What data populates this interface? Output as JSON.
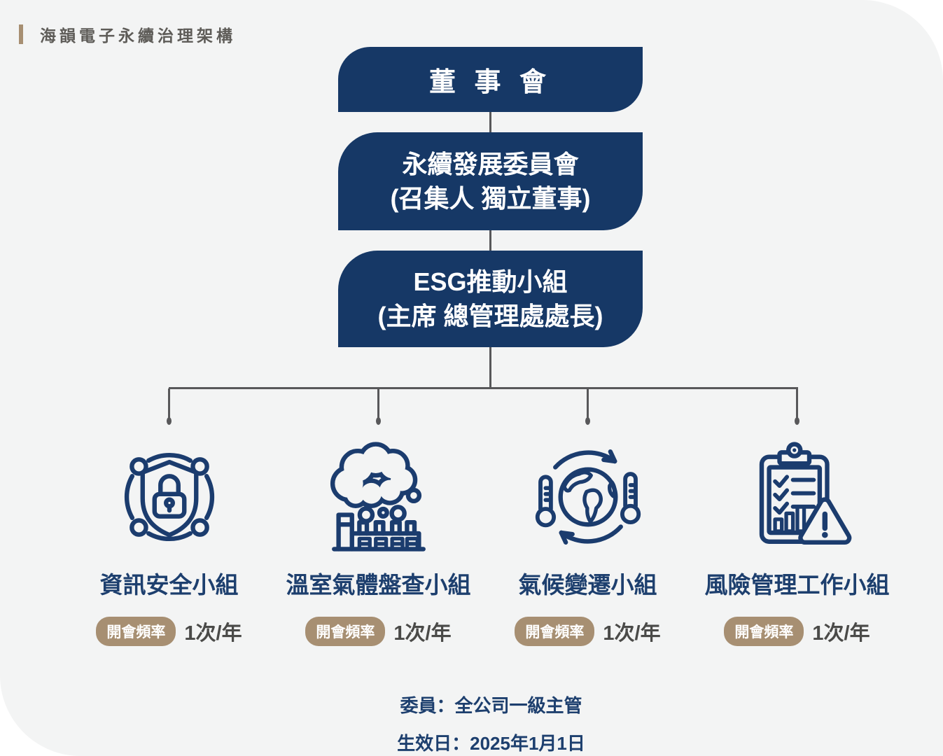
{
  "header": {
    "title": "海韻電子永續治理架構"
  },
  "org": {
    "level1": {
      "label": "董 事 會"
    },
    "level2": {
      "line1": "永續發展委員會",
      "line2": "(召集人 獨立董事)"
    },
    "level3": {
      "line1": "ESG推動小組",
      "line2": "(主席 總管理處處長)"
    },
    "teams": [
      {
        "icon": "shield-lock-network-icon",
        "name": "資訊安全小組",
        "meeting_label": "開會頻率",
        "meeting_value": "1次/年"
      },
      {
        "icon": "factory-emissions-icon",
        "name": "溫室氣體盤查小組",
        "meeting_label": "開會頻率",
        "meeting_value": "1次/年"
      },
      {
        "icon": "globe-climate-icon",
        "name": "氣候變遷小組",
        "meeting_label": "開會頻率",
        "meeting_value": "1次/年"
      },
      {
        "icon": "risk-clipboard-warning-icon",
        "name": "風險管理工作小組",
        "meeting_label": "開會頻率",
        "meeting_value": "1次/年"
      }
    ]
  },
  "footer": {
    "line1": "委員：全公司一級主管",
    "line2": "生效日：2025年1月1日"
  },
  "colors": {
    "box_navy": "#163866",
    "icon_navy": "#1b3c6e",
    "accent_tan": "#a78f72",
    "panel_bg": "#f3f4f4",
    "connector_gray": "#58585a",
    "title_gray": "#5e5c58",
    "freq_text_gray": "#4a4a48"
  }
}
